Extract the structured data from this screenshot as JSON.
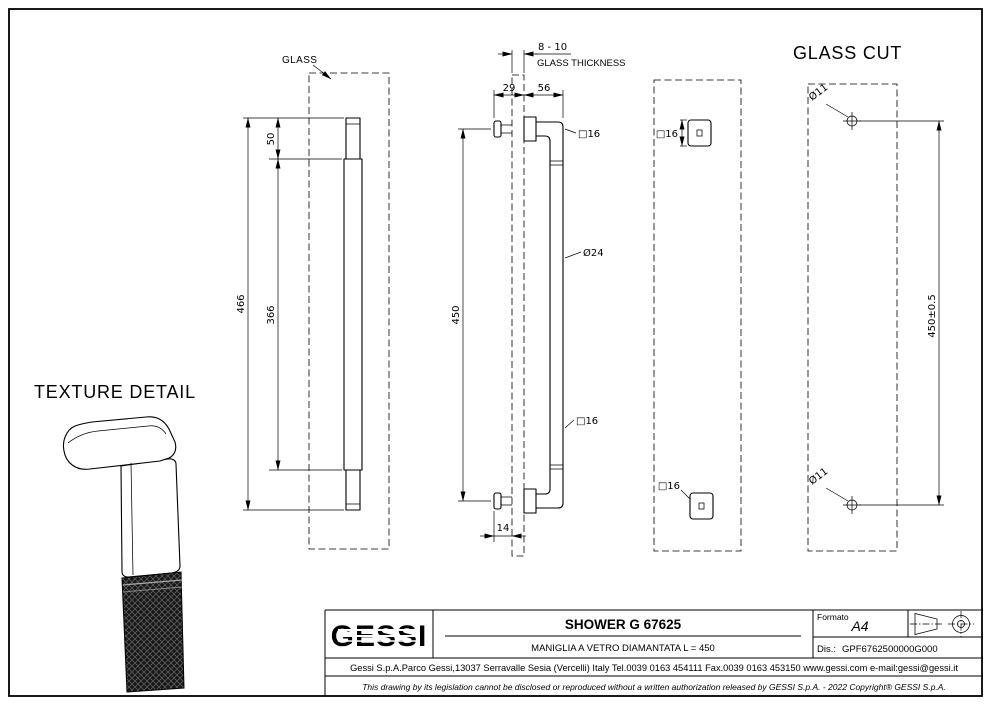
{
  "drawing": {
    "labels": {
      "glass": "GLASS",
      "glass_thickness": "GLASS THICKNESS",
      "glass_cut": "GLASS CUT",
      "texture_detail": "TEXTURE DETAIL"
    },
    "dims": {
      "thickness_range": "8 - 10",
      "offset_29": "29",
      "offset_56": "56",
      "top_offset_50": "50",
      "grip_366": "366",
      "total_466": "466",
      "length_450": "450",
      "tube_d24": "Ø24",
      "square_16": "□16",
      "bottom_14": "14",
      "hole_d11": "Ø11",
      "cut_450": "450±0.5"
    }
  },
  "title_block": {
    "logo_text": "GESSI",
    "product_code": "SHOWER G 67625",
    "description": "MANIGLIA A VETRO DIAMANTATA L = 450",
    "formato_label": "Formato",
    "formato_value": "A4",
    "dis_label": "Dis.:",
    "dis_value": "GPF6762500000G000",
    "company_line": "Gessi S.p.A.Parco Gessi,13037 Serravalle Sesia (Vercelli) Italy Tel.0039 0163 454111 Fax.0039 0163 453150 www.gessi.com e-mail:gessi@gessi.it",
    "legal_line": "This drawing by its legislation cannot be disclosed or reproduced without a written authorization released by GESSI S.p.A. - 2022 Copyright® GESSI S.p.A."
  }
}
